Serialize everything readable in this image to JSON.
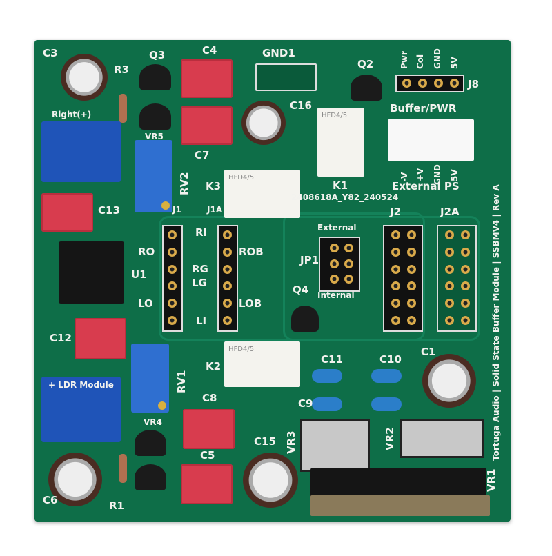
{
  "board": {
    "color": "#0e6e48",
    "silkscreen_color": "#f2f2ee",
    "labels": {
      "c3": "C3",
      "r3": "R3",
      "q3": "Q3",
      "c4": "C4",
      "gnd1": "GND1",
      "q2": "Q2",
      "j8": "J8",
      "pwr": "Pwr",
      "col": "Col",
      "gnd": "GND",
      "v5": "5V",
      "c16": "C16",
      "buffer_pwr": "Buffer/PWR",
      "right": "Right(+)",
      "vr5": "VR5",
      "c7": "C7",
      "k1": "K1",
      "external_ps": "External PS",
      "ps_minus": "-V",
      "ps_plus": "+V",
      "ps_gnd": "GND",
      "ps_5v": "5V",
      "rv2": "RV2",
      "k3": "K3",
      "j1": "J1",
      "j1a": "J1A",
      "j2": "J2",
      "j2a": "J2A",
      "board_code": "2408618A_Y82_240524",
      "c13": "C13",
      "ri": "RI",
      "rob": "ROB",
      "ro": "RO",
      "u1": "U1",
      "external": "External",
      "jp1": "JP1",
      "rg": "RG",
      "lg": "LG",
      "internal": "Internal",
      "q4": "Q4",
      "lo": "LO",
      "lob": "LOB",
      "li": "LI",
      "c12": "C12",
      "c11": "C11",
      "c10": "C10",
      "c1": "C1",
      "k2": "K2",
      "rv1": "RV1",
      "c9": "C9",
      "vr3": "VR3",
      "vr2": "VR2",
      "c8": "C8",
      "vr4": "VR4",
      "c15": "C15",
      "c5": "C5",
      "c6": "C6",
      "r1": "R1",
      "vr1": "VR1",
      "side_text": "Tortuga Audio | Solid State Buffer Module | SSBMV4 | Rev A",
      "relay_marking": "HFD4/5",
      "module_marking": "+ LDR Module"
    }
  }
}
